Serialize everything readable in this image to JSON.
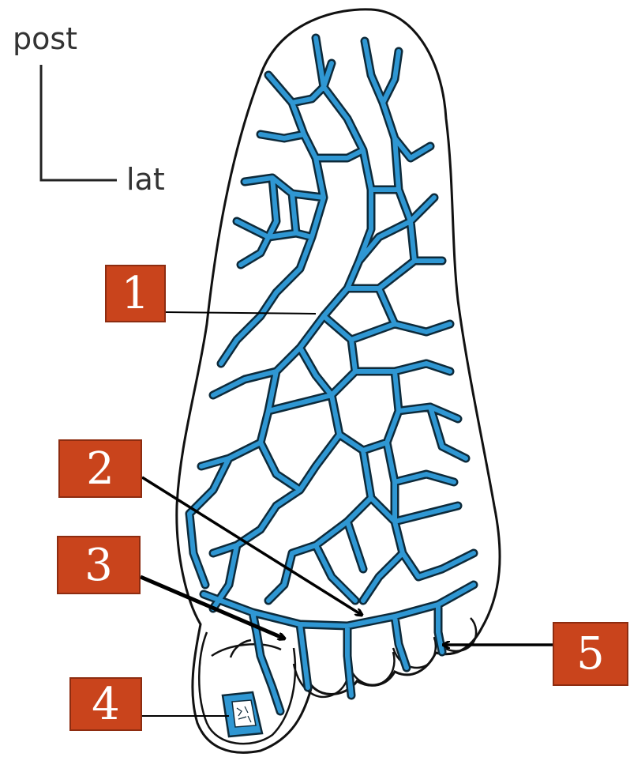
{
  "orientation": {
    "vertical_label": "post",
    "horizontal_label": "lat"
  },
  "callouts": [
    {
      "id": "1",
      "label": "1"
    },
    {
      "id": "2",
      "label": "2"
    },
    {
      "id": "3",
      "label": "3"
    },
    {
      "id": "4",
      "label": "4"
    },
    {
      "id": "5",
      "label": "5"
    }
  ],
  "colors": {
    "callout_fill": "#c9441c",
    "callout_text": "#ffffff",
    "vessel_fill": "#2f97d3",
    "vessel_outline": "#0d2a3a",
    "outline": "#111111"
  }
}
